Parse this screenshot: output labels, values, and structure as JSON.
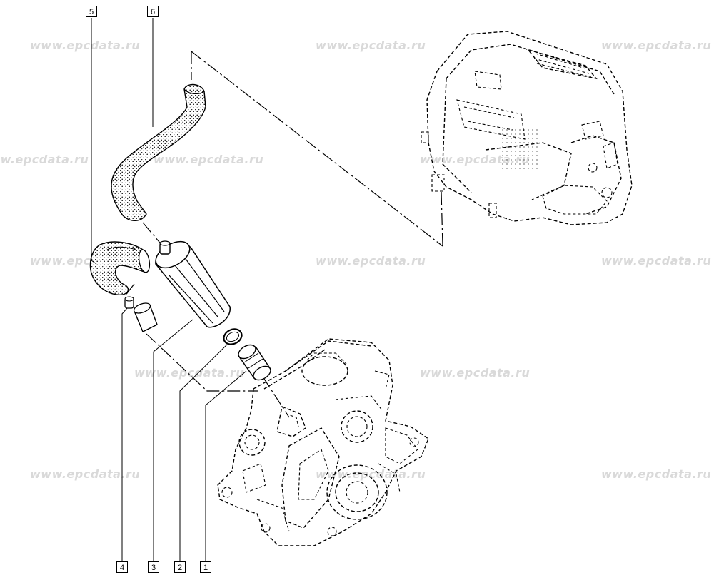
{
  "watermark": "www.epcdata.ru",
  "callouts": {
    "c1": "1",
    "c2": "2",
    "c3": "3",
    "c4": "4",
    "c5": "5",
    "c6": "6"
  },
  "colors": {
    "line": "#000000",
    "watermark": "#d9d9d9",
    "background": "#ffffff"
  }
}
